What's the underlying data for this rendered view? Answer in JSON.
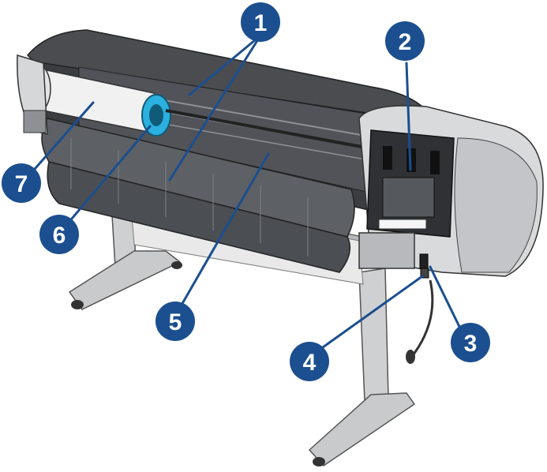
{
  "colors": {
    "callout_fill": "#1b4f8f",
    "callout_text": "#ffffff",
    "leader_line": "#1b4f8f",
    "printer_dark": "#3a3c40",
    "printer_mid": "#707378",
    "printer_light": "#d9dadc",
    "stand": "#c9cacc",
    "roll": "#f2f2f2",
    "spindle_accent": "#2bb0e0"
  },
  "callouts": [
    {
      "number": "1",
      "icon": "numbered-circle-icon"
    },
    {
      "number": "2",
      "icon": "numbered-circle-icon"
    },
    {
      "number": "3",
      "icon": "numbered-circle-icon"
    },
    {
      "number": "4",
      "icon": "numbered-circle-icon"
    },
    {
      "number": "5",
      "icon": "numbered-circle-icon"
    },
    {
      "number": "6",
      "icon": "numbered-circle-icon"
    },
    {
      "number": "7",
      "icon": "numbered-circle-icon"
    }
  ]
}
